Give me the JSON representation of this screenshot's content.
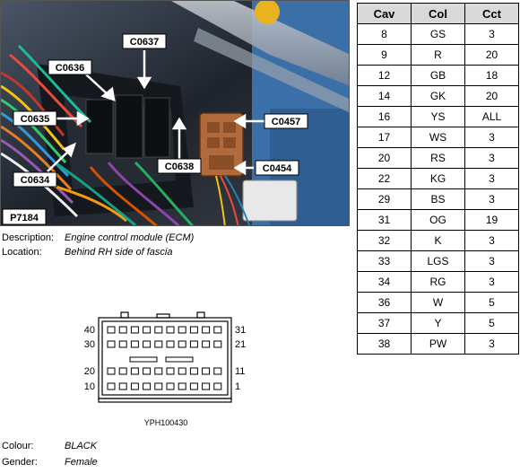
{
  "photo": {
    "ref": "P7184",
    "labels": {
      "c0637": "C0637",
      "c0636": "C0636",
      "c0635": "C0635",
      "c0634": "C0634",
      "c0638": "C0638",
      "c0457": "C0457",
      "c0454": "C0454"
    }
  },
  "description": {
    "desc_label": "Description:",
    "desc_value": "Engine control module (ECM)",
    "loc_label": "Location:",
    "loc_value": "Behind RH side of fascia",
    "colour_label": "Colour:",
    "colour_value": "BLACK",
    "gender_label": "Gender:",
    "gender_value": "Female"
  },
  "connector": {
    "pin_labels": {
      "top_left": "40",
      "top_right": "31",
      "row2_left": "30",
      "row2_right": "21",
      "row3_left": "20",
      "row3_right": "11",
      "bottom_left": "10",
      "bottom_right": "1"
    },
    "ref": "YPH100430"
  },
  "table": {
    "headers": [
      "Cav",
      "Col",
      "Cct"
    ],
    "rows": [
      [
        "8",
        "GS",
        "3"
      ],
      [
        "9",
        "R",
        "20"
      ],
      [
        "12",
        "GB",
        "18"
      ],
      [
        "14",
        "GK",
        "20"
      ],
      [
        "16",
        "YS",
        "ALL"
      ],
      [
        "17",
        "WS",
        "3"
      ],
      [
        "20",
        "RS",
        "3"
      ],
      [
        "22",
        "KG",
        "3"
      ],
      [
        "29",
        "BS",
        "3"
      ],
      [
        "31",
        "OG",
        "19"
      ],
      [
        "32",
        "K",
        "3"
      ],
      [
        "33",
        "LGS",
        "3"
      ],
      [
        "34",
        "RG",
        "3"
      ],
      [
        "36",
        "W",
        "5"
      ],
      [
        "37",
        "Y",
        "5"
      ],
      [
        "38",
        "PW",
        "3"
      ]
    ]
  }
}
